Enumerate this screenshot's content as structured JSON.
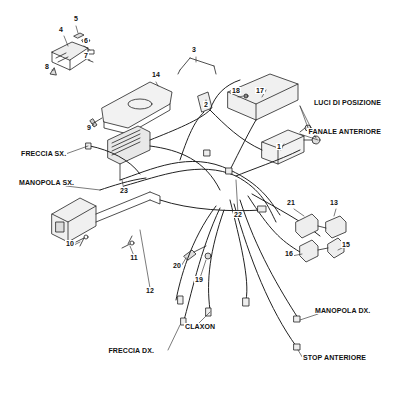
{
  "diagram": {
    "labels": [
      "5",
      "4",
      "6",
      "7",
      "8",
      "9",
      "14",
      "3",
      "2",
      "18",
      "17",
      "LUCI DI POSIZIONE",
      "FANALE ANTERIORE",
      "1",
      "FRECCIA SX.",
      "MANOPOLA SX.",
      "23",
      "22",
      "21",
      "13",
      "15",
      "16",
      "10",
      "11",
      "12",
      "20",
      "19",
      "CLAXON",
      "MANOPOLA DX.",
      "FRECCIA DX.",
      "STOP ANTERIORE"
    ]
  }
}
